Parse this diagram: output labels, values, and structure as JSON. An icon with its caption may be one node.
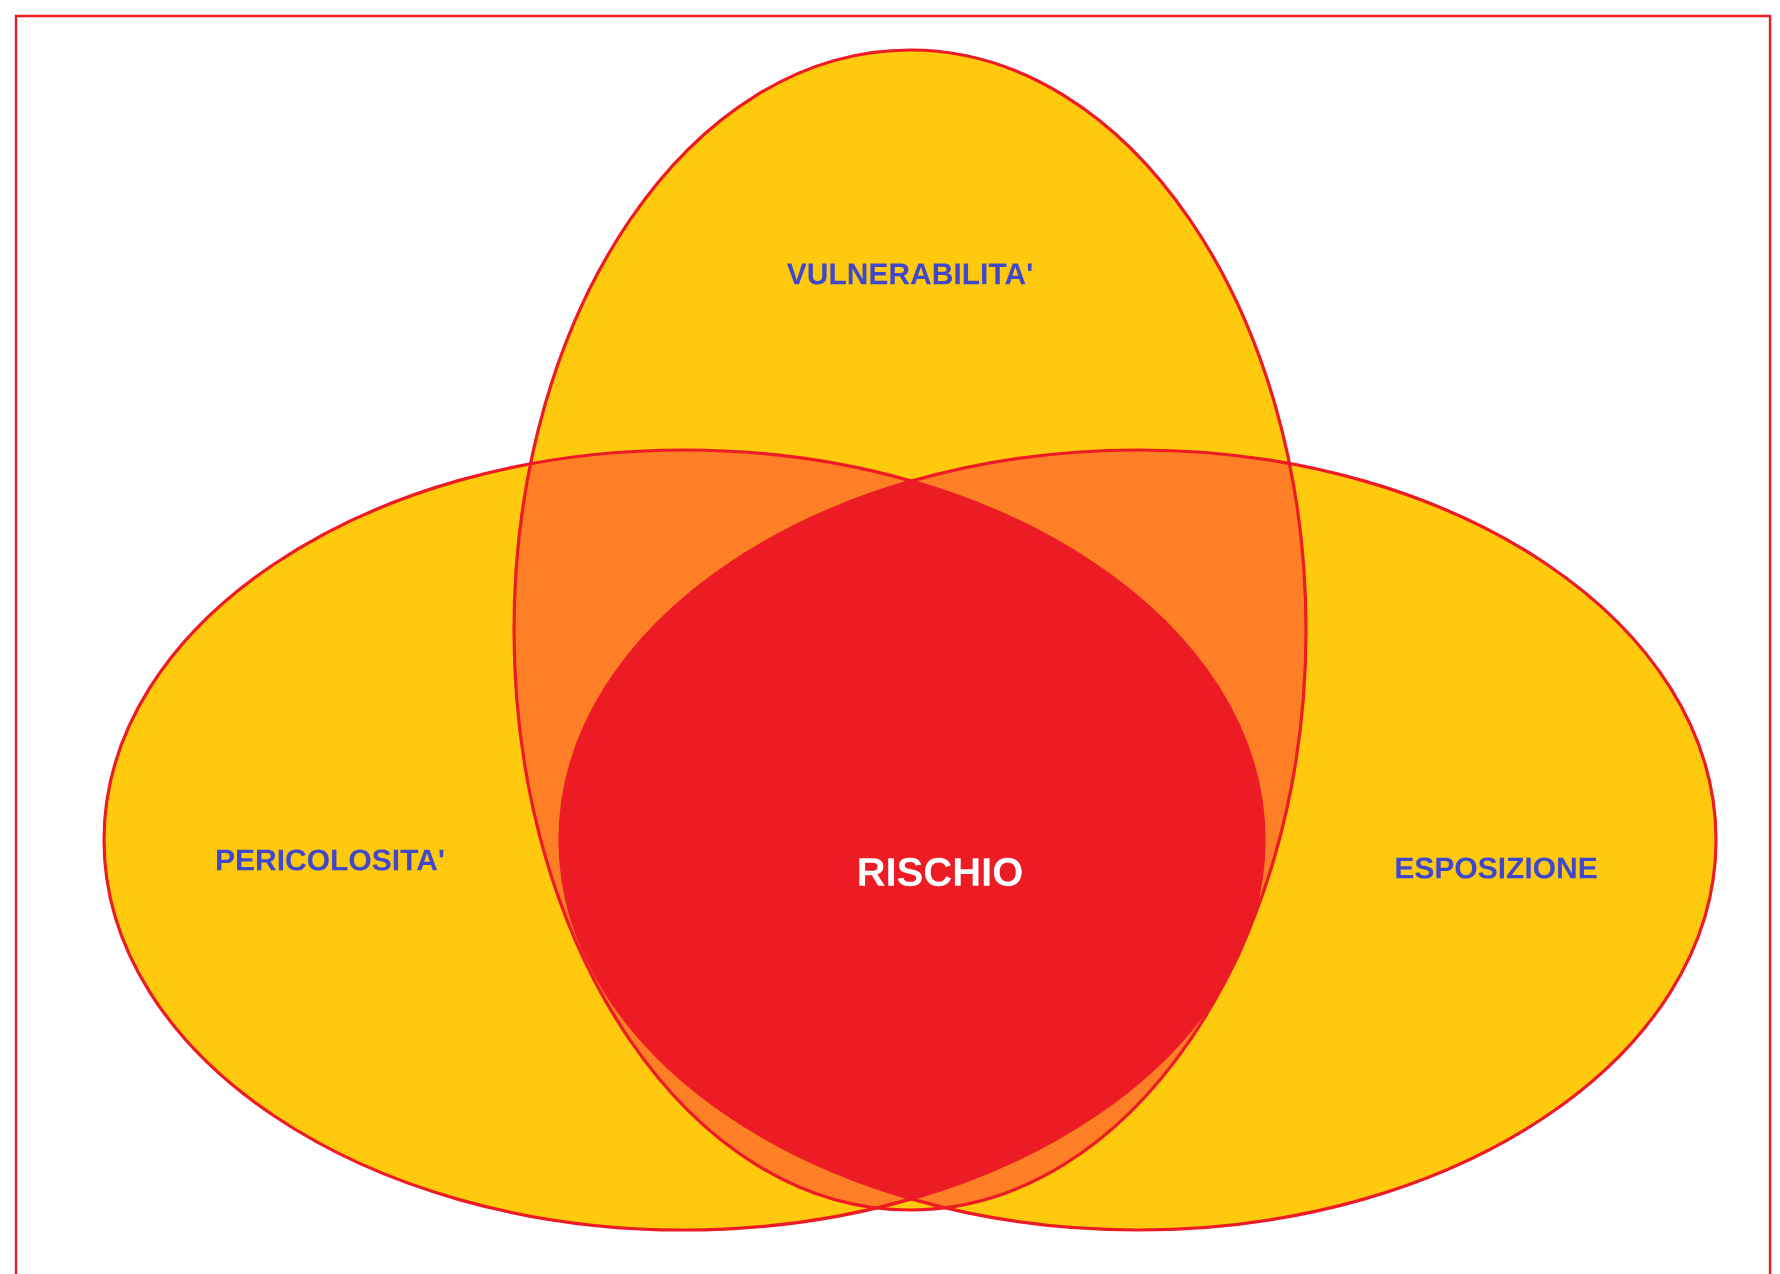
{
  "diagram": {
    "nodes": [
      {
        "text": [
          "VULNERABILITA'"
        ]
      },
      {
        "text": [
          "PERICOLOSITA'"
        ]
      },
      {
        "text": [
          "ESPOSIZIONE"
        ]
      },
      {
        "text": [
          "RISCHIO"
        ]
      }
    ]
  }
}
